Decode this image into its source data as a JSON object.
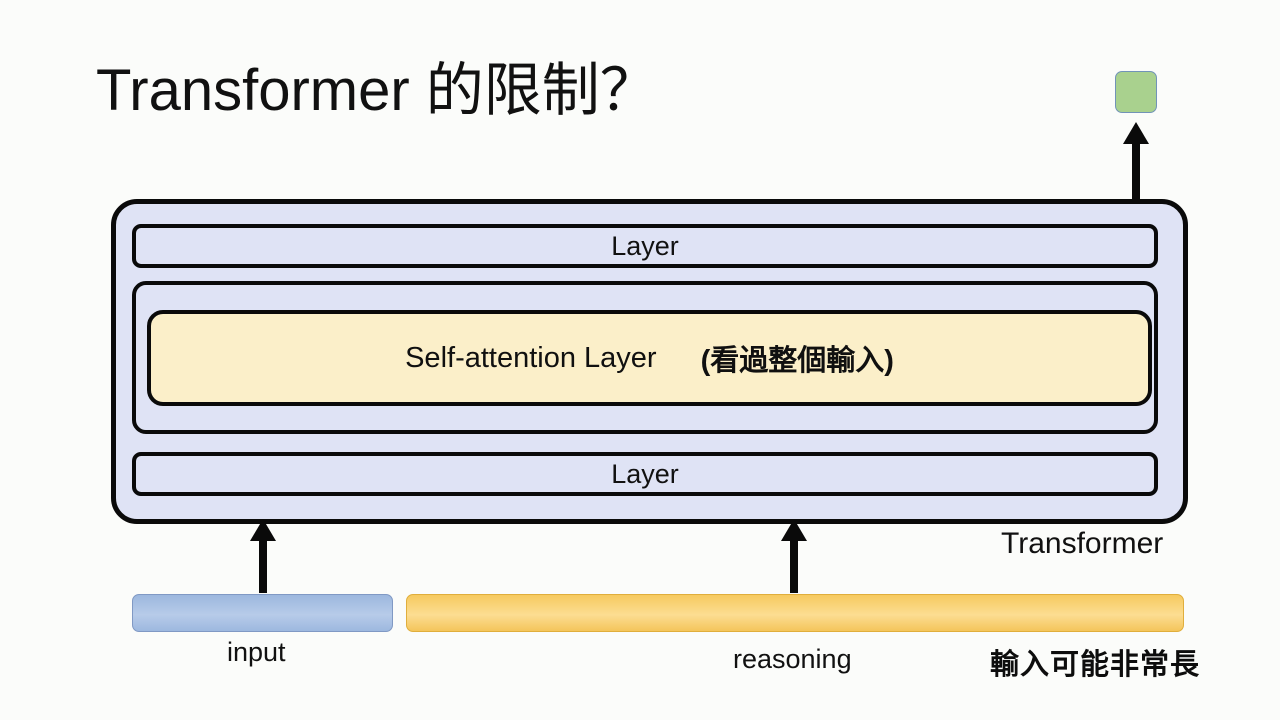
{
  "slide": {
    "title": "Transformer 的限制？",
    "background_color": "#fbfcfa"
  },
  "diagram": {
    "model_caption": "Transformer",
    "outer_block_color": "#dfe3f5",
    "border_color": "#0a0a0a",
    "layers": [
      {
        "label": "Layer",
        "position": "top"
      },
      {
        "label": "Layer",
        "position": "bottom"
      }
    ],
    "self_attention": {
      "label_en": "Self-attention Layer",
      "label_zh": "(看過整個輸入)",
      "fill_color": "#fbefc9"
    },
    "output_token": {
      "name": "output-token",
      "fill_color": "#a9d18e",
      "border_color": "#7193b8"
    },
    "arrows": [
      {
        "name": "output-arrow",
        "direction": "up"
      },
      {
        "name": "input-arrow",
        "direction": "up"
      },
      {
        "name": "reasoning-arrow",
        "direction": "up"
      }
    ],
    "sequence_bars": [
      {
        "name": "input-bar",
        "label": "input",
        "fill_color": "#9cb7de",
        "border_color": "#8099c4"
      },
      {
        "name": "reasoning-bar",
        "label": "reasoning",
        "fill_color": "#f6c95f",
        "border_color": "#e0ae3c"
      }
    ],
    "annotation": "輸入可能非常長"
  }
}
